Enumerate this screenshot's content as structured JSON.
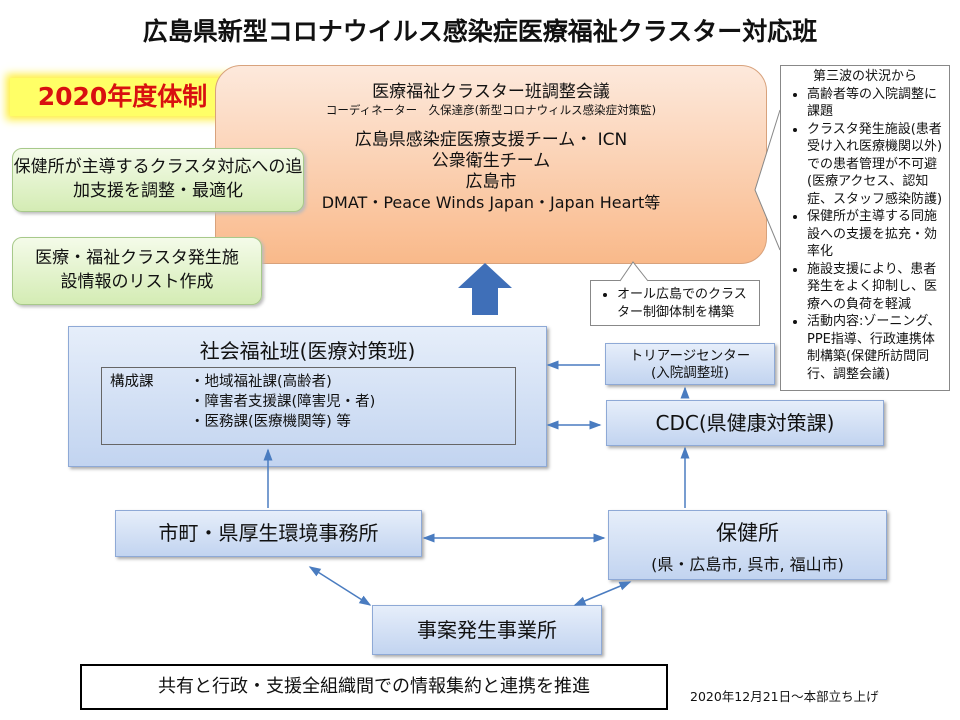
{
  "title": "広島県新型コロナウイルス感染症医療福祉クラスター対応班",
  "year_badge": "2020年度体制",
  "council": {
    "title": "医療福祉クラスター班調整会議",
    "coordinator": "コーディネーター　久保達彦(新型コロナウィルス感染症対策監)",
    "members": [
      "広島県感染症医療支援チーム・ ICN",
      "公衆衛生チーム",
      "広島市",
      "DMAT・Peace Winds Japan・Japan Heart等"
    ]
  },
  "callouts": [
    "保健所が主導するクラスタ対応への追加支援を調整・最適化",
    "医療・福祉クラスタ発生施設情報のリスト作成"
  ],
  "status_note": {
    "heading": "第三波の状況から",
    "items": [
      "高齢者等の入院調整に課題",
      "クラスタ発生施設(患者受け入れ医療機関以外)での患者管理が不可避(医療アクセス、認知症、スタッフ感染防護)",
      "保健所が主導する同施設への支援を拡充・効率化",
      "施設支援により、患者発生をよく抑制し、医療への負荷を軽減",
      "活動内容:ゾーニング、PPE指導、行政連携体制構築(保健所訪問同行、調整会議)"
    ]
  },
  "all_hiroshima_note": "オール広島でのクラスター制御体制を構築",
  "welfare_team": {
    "title": "社会福祉班(医療対策班)",
    "label": "構成課",
    "members": [
      "・地域福祉課(高齢者)",
      "・障害者支援課(障害児・者)",
      "・医務課(医療機関等) 等"
    ]
  },
  "triage": {
    "line1": "トリアージセンター",
    "line2": "(入院調整班)"
  },
  "cdc": "CDC(県健康対策課)",
  "municipal": "市町・県厚生環境事務所",
  "health_center": {
    "title": "保健所",
    "sub": "(県・広島市, 呉市, 福山市)"
  },
  "incident_site": "事案発生事業所",
  "bottom_message": "共有と行政・支援全組織間での情報集約と連携を推進",
  "date_note": "2020年12月21日～本部立ち上げ",
  "colors": {
    "orange": "#f9b98a",
    "blue": "#c2d4f0",
    "green": "#d4ecb4",
    "arrow": "#4a7cc0",
    "badge_text": "#d81010"
  }
}
